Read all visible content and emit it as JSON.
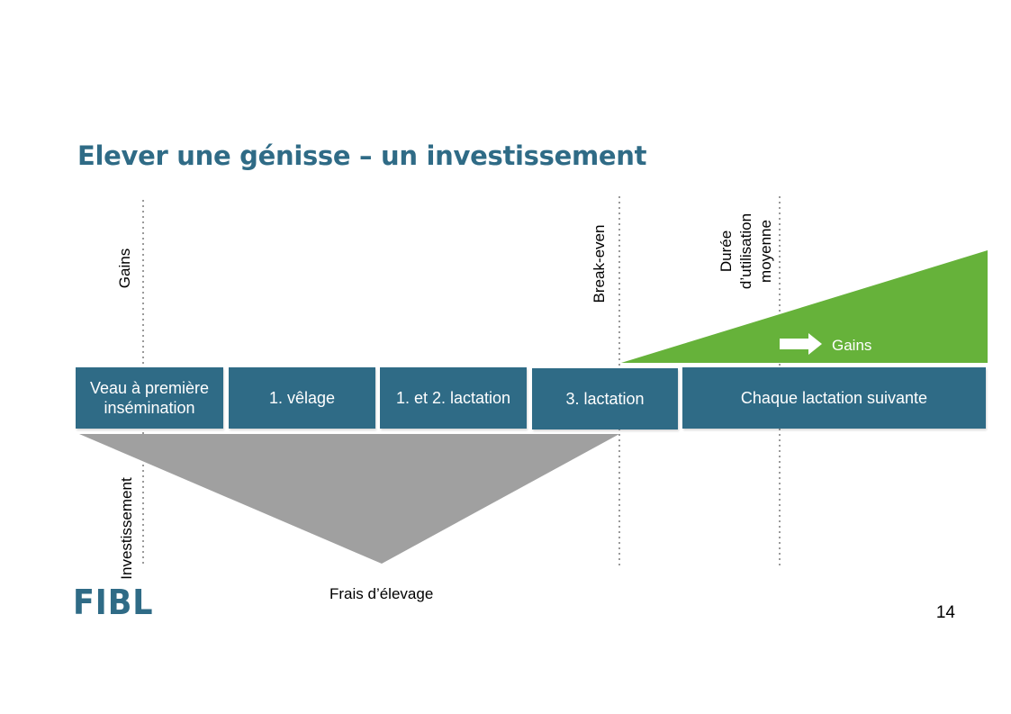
{
  "title": "Elever une génisse – un investissement",
  "labels": {
    "gains_axis": "Gains",
    "investment_axis": "Investissement",
    "break_even": "Break-even",
    "duration_line1": "Durée",
    "duration_line2": "d’utilisation",
    "duration_line3": "moyenne",
    "gains_arrow": "Gains",
    "rearing_costs": "Frais d’élevage"
  },
  "phases": [
    {
      "line1": "Veau à première",
      "line2": "insémination"
    },
    {
      "line1": "1. vêlage"
    },
    {
      "line1": "1. et 2. lactation"
    },
    {
      "line1": "3. lactation"
    },
    {
      "line1": "Chaque lactation suivante"
    }
  ],
  "colors": {
    "phase_box": "#2f6b86",
    "gains_area": "#66b23a",
    "investment_area": "#a0a0a0",
    "title": "#2f6b86"
  },
  "logo_text": "FIBL",
  "page_number": "14"
}
